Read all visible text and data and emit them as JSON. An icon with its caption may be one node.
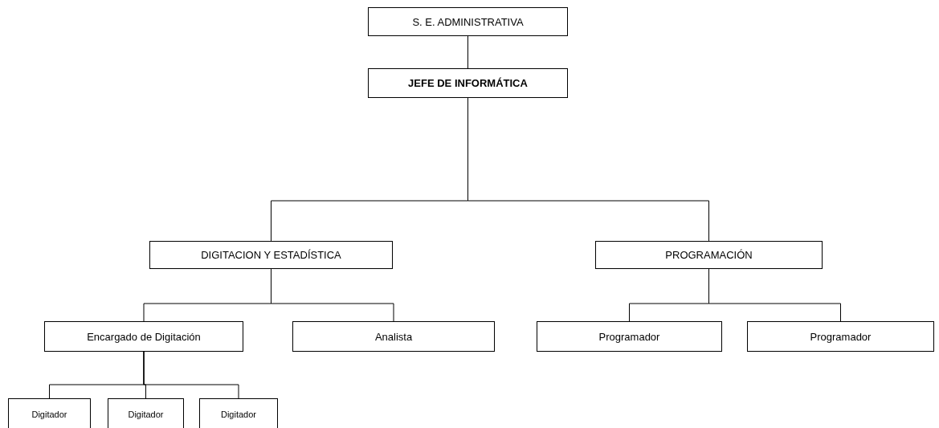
{
  "diagram": {
    "nodes": [
      {
        "text": [
          "S. E. ADMINISTRATIVA"
        ]
      },
      {
        "text": [
          "JEFE DE INFORMÁTICA"
        ]
      },
      {
        "text": [
          "DIGITACION Y ESTADÍSTICA"
        ]
      },
      {
        "text": [
          "PROGRAMACIÓN"
        ]
      },
      {
        "text": [
          "Encargado de Digitación"
        ]
      },
      {
        "text": [
          "Analista"
        ]
      },
      {
        "text": [
          "Programador"
        ]
      },
      {
        "text": [
          "Programador"
        ]
      },
      {
        "text": [
          "Digitador"
        ]
      },
      {
        "text": [
          "Digitador"
        ]
      },
      {
        "text": [
          "Digitador"
        ]
      }
    ],
    "edges": [
      {
        "from": 0,
        "to": 1,
        "arrow": "none"
      },
      {
        "from": 1,
        "to": 2,
        "arrow": "none"
      },
      {
        "from": 1,
        "to": 3,
        "arrow": "none"
      },
      {
        "from": 2,
        "to": 4,
        "arrow": "none"
      },
      {
        "from": 2,
        "to": 5,
        "arrow": "none"
      },
      {
        "from": 3,
        "to": 6,
        "arrow": "none"
      },
      {
        "from": 3,
        "to": 7,
        "arrow": "none"
      },
      {
        "from": 4,
        "to": 8,
        "arrow": "none"
      },
      {
        "from": 4,
        "to": 9,
        "arrow": "none"
      },
      {
        "from": 4,
        "to": 10,
        "arrow": "none"
      }
    ]
  }
}
